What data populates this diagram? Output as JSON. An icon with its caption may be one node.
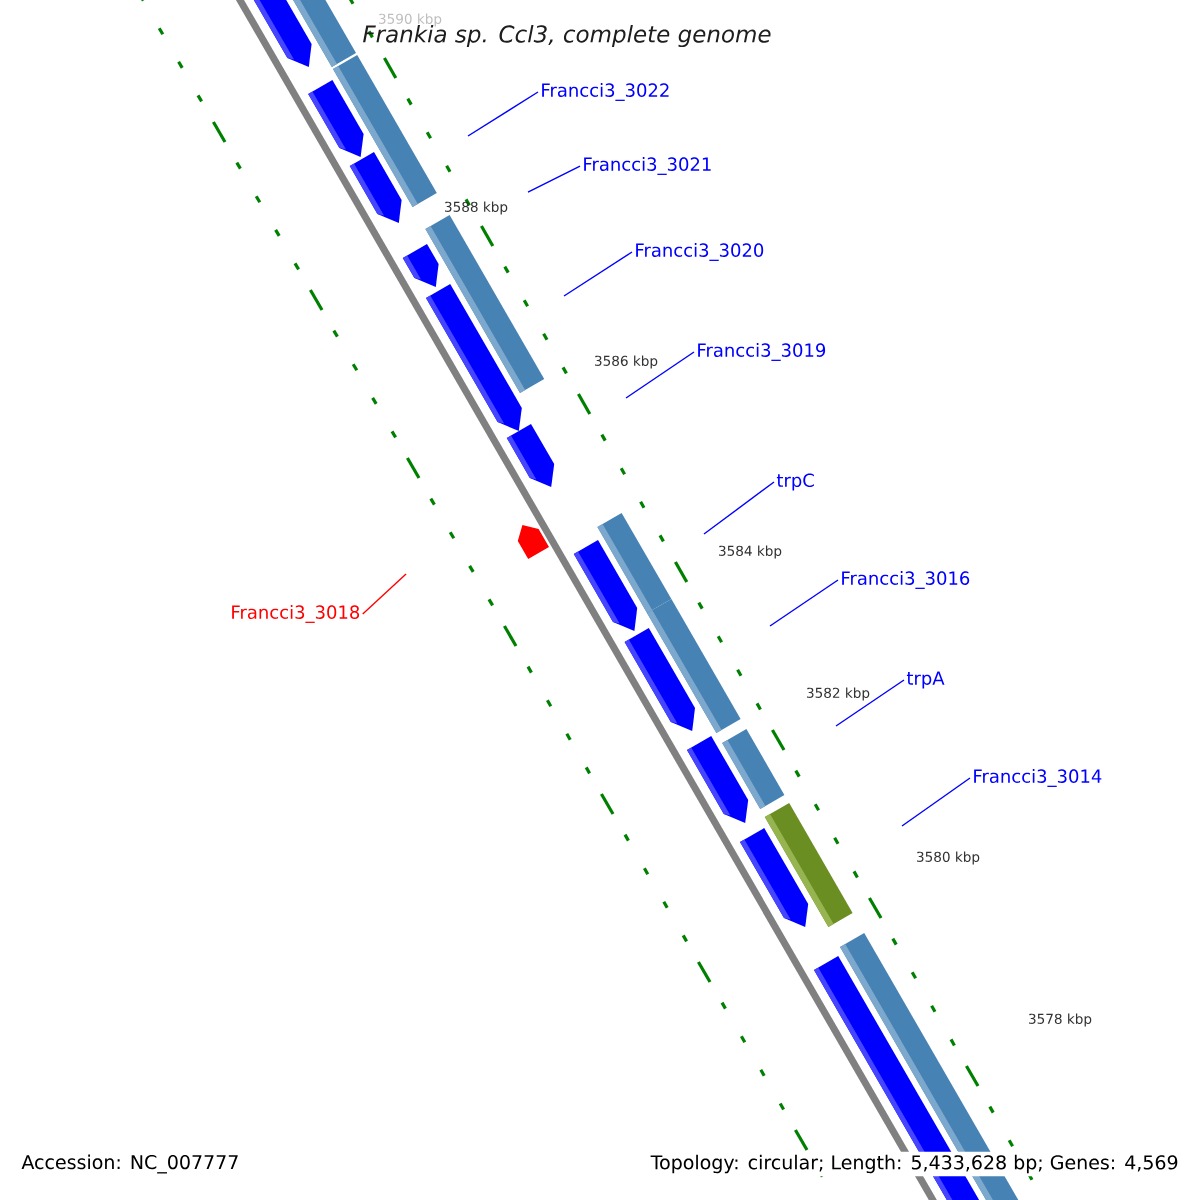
{
  "diagram": {
    "title": "Frankia sp. Ccl3, complete genome",
    "nodes": [
      {
        "text": [
          "Francci3_3022"
        ]
      },
      {
        "text": [
          "Francci3_3021"
        ]
      },
      {
        "text": [
          "Francci3_3020"
        ]
      },
      {
        "text": [
          "Francci3_3019"
        ]
      },
      {
        "text": [
          "trpC"
        ]
      },
      {
        "text": [
          "Francci3_3016"
        ]
      },
      {
        "text": [
          "Francci3_3018"
        ]
      },
      {
        "text": [
          "trpA"
        ]
      },
      {
        "text": [
          "Francci3_3014"
        ]
      }
    ],
    "edges": [
      {
        "from": 0,
        "to": null,
        "arrow": "none"
      },
      {
        "from": 1,
        "to": null,
        "arrow": "none"
      },
      {
        "from": 2,
        "to": null,
        "arrow": "none"
      },
      {
        "from": 3,
        "to": null,
        "arrow": "none"
      },
      {
        "from": 4,
        "to": null,
        "arrow": "none"
      },
      {
        "from": 5,
        "to": null,
        "arrow": "none"
      },
      {
        "from": 6,
        "to": null,
        "arrow": "none",
        "color": "#ff0000"
      },
      {
        "from": 7,
        "to": null,
        "arrow": "none"
      },
      {
        "from": 8,
        "to": null,
        "arrow": "none"
      }
    ],
    "labels": [
      "3590 kbp",
      "3588 kbp",
      "3586 kbp",
      "3584 kbp",
      "3582 kbp",
      "3580 kbp",
      "3578 kbp",
      "Accession: NC_007777",
      "Topology: circular; Length: 5,433,628 bp; Genes: 4,569"
    ]
  }
}
